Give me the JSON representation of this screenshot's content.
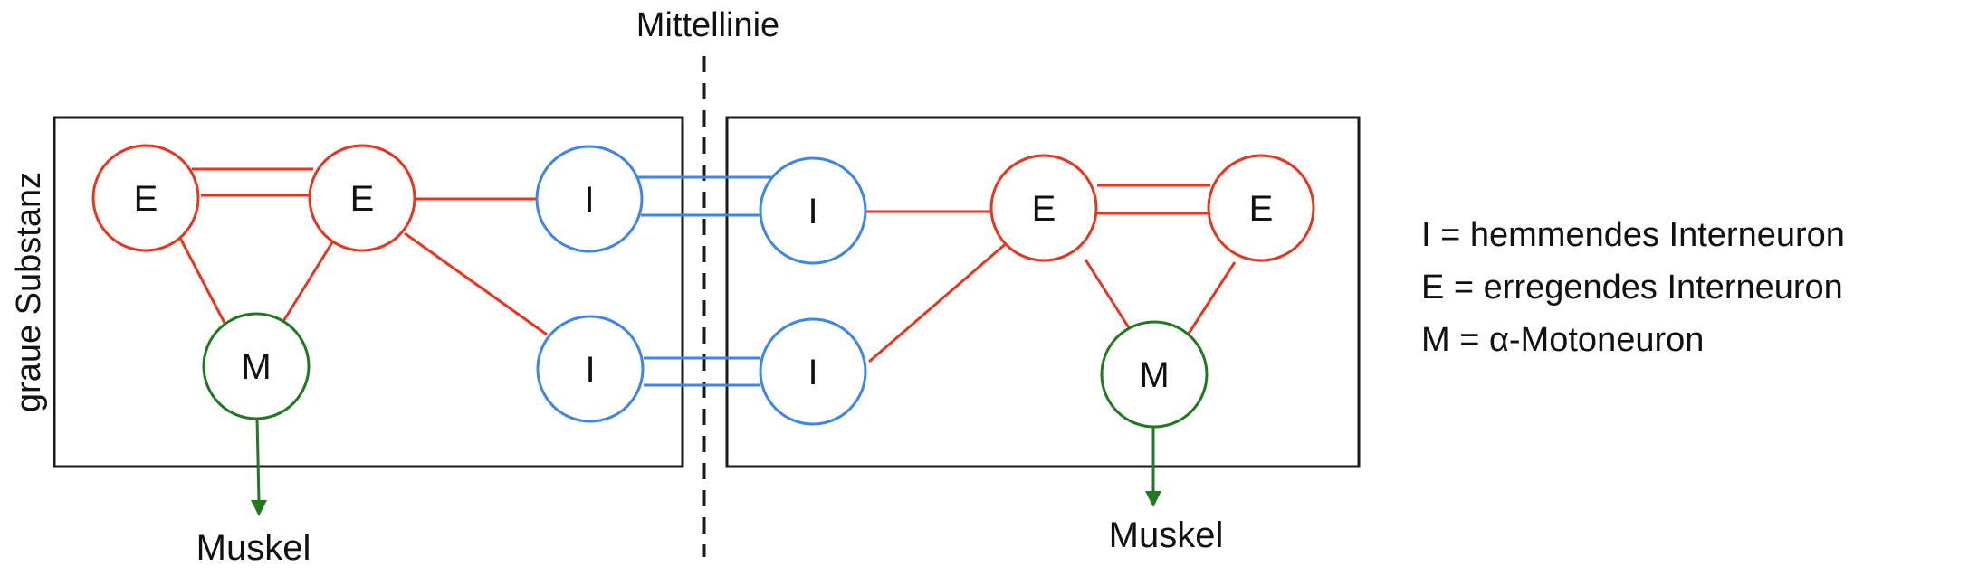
{
  "diagram": {
    "midline_label": "Mittellinie",
    "gray_matter_label": "graue Substanz",
    "muscle_left": "Muskel",
    "muscle_right": "Muskel",
    "legend": [
      "I = hemmendes Interneuron",
      "E = erregendes Interneuron",
      "M = α-Motoneuron"
    ],
    "nodes": {
      "left_e1": "E",
      "left_e2": "E",
      "left_i_top": "I",
      "left_i_bottom": "I",
      "left_m": "M",
      "right_i_top": "I",
      "right_i_bottom": "I",
      "right_e1": "E",
      "right_e2": "E",
      "right_m": "M"
    }
  },
  "colors": {
    "excitatory": "#e8351e",
    "inhibitory": "#3d86e6",
    "motor": "#1f7a1f",
    "frame": "#1a1a1a",
    "text": "#111111"
  }
}
